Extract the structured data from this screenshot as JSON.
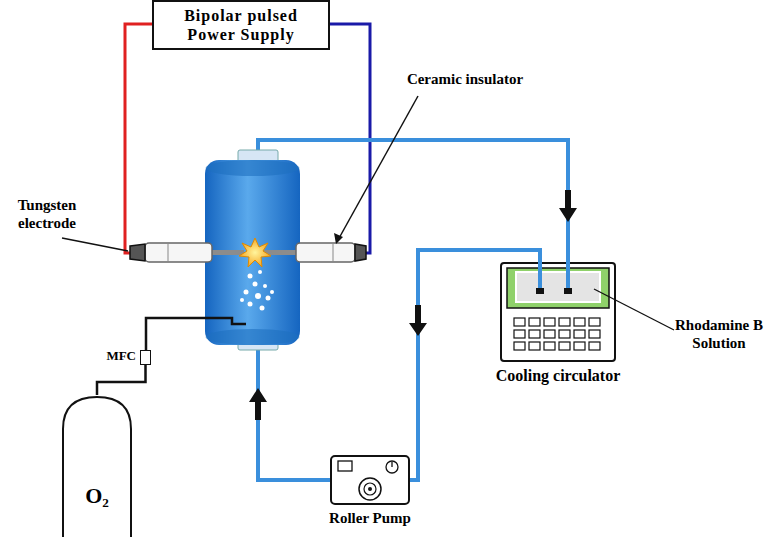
{
  "diagram": {
    "nodes": [
      {
        "text": [
          "Bipolar pulsed Power Supply"
        ]
      },
      {
        "text": [
          "Cooling circulator"
        ]
      },
      {
        "text": [
          "MFC"
        ]
      },
      {
        "text": [
          "Roller Pump"
        ]
      },
      {
        "text": [
          "O₂"
        ]
      }
    ],
    "edges": [
      {
        "from": 1,
        "to": 3,
        "arrow": "to"
      },
      {
        "from": 4,
        "to": 2,
        "arrow": "none"
      }
    ],
    "labels": [
      "Tungsten electrode",
      "Ceramic insulator",
      "Rhodamine B Solution"
    ]
  }
}
